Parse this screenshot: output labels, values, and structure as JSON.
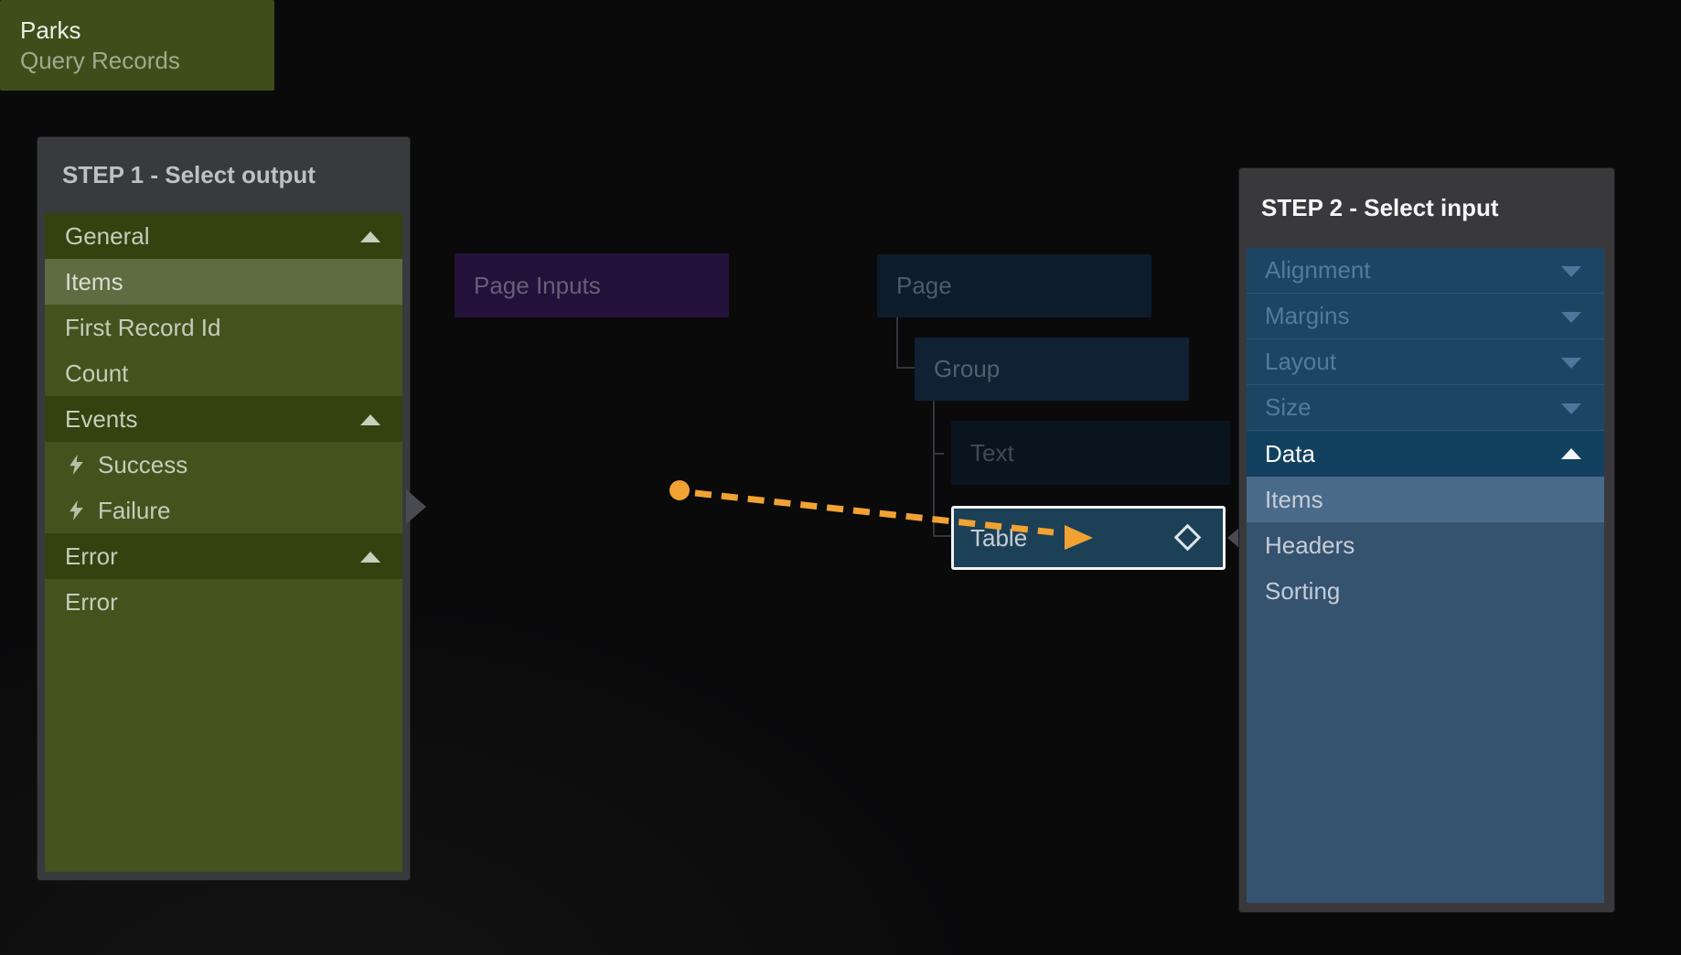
{
  "colors": {
    "accent_orange": "#f1a233",
    "step1_green": "#44521d",
    "step2_blue": "#1c4564"
  },
  "step1": {
    "title": "STEP 1 - Select output",
    "rows": [
      {
        "label": "General"
      },
      {
        "label": "Items"
      },
      {
        "label": "First Record Id"
      },
      {
        "label": "Count"
      },
      {
        "label": "Events"
      },
      {
        "label": "Success"
      },
      {
        "label": "Failure"
      },
      {
        "label": "Error"
      },
      {
        "label": "Error"
      }
    ]
  },
  "canvas": {
    "page_inputs_label": "Page Inputs",
    "parks_title": "Parks",
    "parks_subtitle": "Query Records",
    "tree": {
      "page": "Page",
      "group": "Group",
      "text": "Text",
      "table": "Table"
    }
  },
  "step2": {
    "title": "STEP 2 - Select input",
    "rows": [
      {
        "label": "Alignment"
      },
      {
        "label": "Margins"
      },
      {
        "label": "Layout"
      },
      {
        "label": "Size"
      },
      {
        "label": "Data"
      },
      {
        "label": "Items"
      },
      {
        "label": "Headers"
      },
      {
        "label": "Sorting"
      }
    ]
  }
}
